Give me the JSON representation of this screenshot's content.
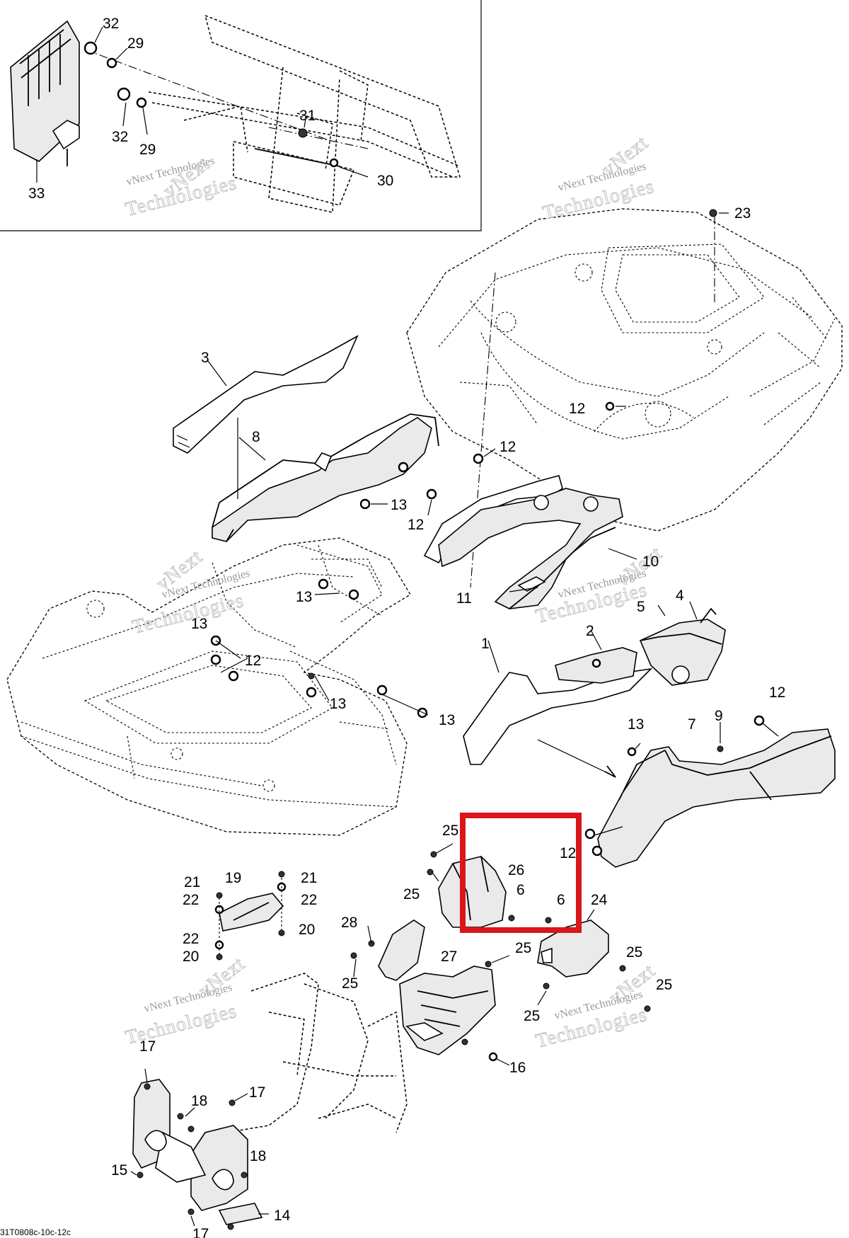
{
  "diagram": {
    "drawing_code": "31T0808c-10c-12c",
    "watermark": {
      "line1": "vNext Technologies",
      "line2": "Technologies",
      "line3": "vNext"
    },
    "highlight_color": "#d9161b",
    "part_numbers": [
      "1",
      "2",
      "3",
      "4",
      "5",
      "6",
      "7",
      "8",
      "9",
      "10",
      "11",
      "12",
      "13",
      "14",
      "15",
      "16",
      "17",
      "18",
      "19",
      "20",
      "21",
      "22",
      "23",
      "24",
      "25",
      "26",
      "27",
      "28",
      "29",
      "30",
      "31",
      "32",
      "33"
    ]
  }
}
